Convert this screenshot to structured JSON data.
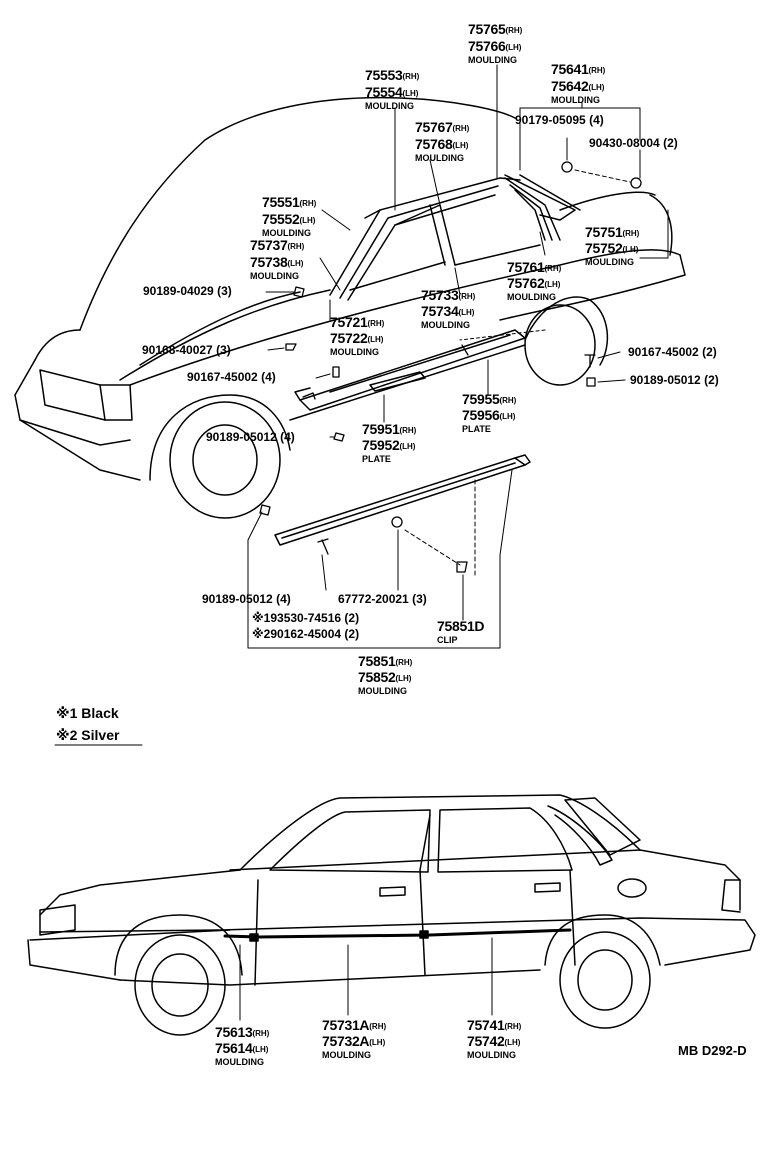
{
  "labels": {
    "p75765": {
      "num": "75765",
      "sfx": "(RH)"
    },
    "p75766": {
      "num": "75766",
      "sfx": "(LH)",
      "desc": "MOULDING"
    },
    "p75553": {
      "num": "75553",
      "sfx": "(RH)"
    },
    "p75554": {
      "num": "75554",
      "sfx": "(LH)",
      "desc": "MOULDING"
    },
    "p75641": {
      "num": "75641",
      "sfx": "(RH)"
    },
    "p75642": {
      "num": "75642",
      "sfx": "(LH)",
      "desc": "MOULDING"
    },
    "p75767": {
      "num": "75767",
      "sfx": "(RH)"
    },
    "p75768": {
      "num": "75768",
      "sfx": "(LH)",
      "desc": "MOULDING"
    },
    "p90179": {
      "text": "90179-05095 (4)"
    },
    "p90430": {
      "text": "90430-08004 (2)"
    },
    "p75551": {
      "num": "75551",
      "sfx": "(RH)"
    },
    "p75552": {
      "num": "75552",
      "sfx": "(LH)",
      "desc": "MOULDING"
    },
    "p75737": {
      "num": "75737",
      "sfx": "(RH)"
    },
    "p75738": {
      "num": "75738",
      "sfx": "(LH)",
      "desc": "MOULDING"
    },
    "p75751": {
      "num": "75751",
      "sfx": "(RH)"
    },
    "p75752": {
      "num": "75752",
      "sfx": "(LH)",
      "desc": "MOULDING"
    },
    "p75761": {
      "num": "75761",
      "sfx": "(RH)"
    },
    "p75762": {
      "num": "75762",
      "sfx": "(LH)",
      "desc": "MOULDING"
    },
    "p90189a": {
      "text": "90189-04029 (3)"
    },
    "p75733": {
      "num": "75733",
      "sfx": "(RH)"
    },
    "p75734": {
      "num": "75734",
      "sfx": "(LH)",
      "desc": "MOULDING"
    },
    "p75721": {
      "num": "75721",
      "sfx": "(RH)"
    },
    "p75722": {
      "num": "75722",
      "sfx": "(LH)",
      "desc": "MOULDING"
    },
    "p90168": {
      "text": "90168-40027 (3)"
    },
    "p90167a": {
      "text": "90167-45002 (2)"
    },
    "p90167b": {
      "text": "90167-45002 (4)"
    },
    "p90189b": {
      "text": "90189-05012 (2)"
    },
    "p75955": {
      "num": "75955",
      "sfx": "(RH)"
    },
    "p75956": {
      "num": "75956",
      "sfx": "(LH)",
      "desc": "PLATE"
    },
    "p75951": {
      "num": "75951",
      "sfx": "(RH)"
    },
    "p75952": {
      "num": "75952",
      "sfx": "(LH)",
      "desc": "PLATE"
    },
    "p90189c": {
      "text": "90189-05012 (4)"
    },
    "p90189d": {
      "text": "90189-05012 (4)"
    },
    "p67772": {
      "text": "67772-20021 (3)"
    },
    "p75851D": {
      "num": "75851D",
      "desc": "CLIP"
    },
    "n193530": {
      "text": "※193530-74516 (2)"
    },
    "n290162": {
      "text": "※290162-45004 (2)"
    },
    "p75851": {
      "num": "75851",
      "sfx": "(RH)"
    },
    "p75852": {
      "num": "75852",
      "sfx": "(LH)",
      "desc": "MOULDING"
    },
    "p75613": {
      "num": "75613",
      "sfx": "(RH)"
    },
    "p75614": {
      "num": "75614",
      "sfx": "(LH)",
      "desc": "MOULDING"
    },
    "p75731A": {
      "num": "75731A",
      "sfx": "(RH)"
    },
    "p75732A": {
      "num": "75732A",
      "sfx": "(LH)",
      "desc": "MOULDING"
    },
    "p75741": {
      "num": "75741",
      "sfx": "(RH)"
    },
    "p75742": {
      "num": "75742",
      "sfx": "(LH)",
      "desc": "MOULDING"
    }
  },
  "legend": {
    "item1": "※1 Black",
    "item2": "※2 Silver"
  },
  "diagram_code": "MB D292-D"
}
